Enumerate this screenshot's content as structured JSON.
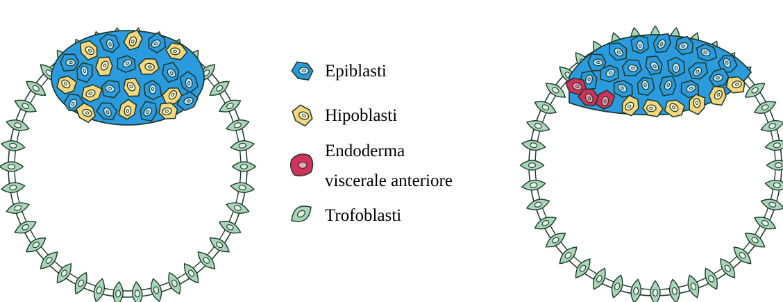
{
  "legend": {
    "items": [
      {
        "key": "epiblast",
        "lines": [
          "Epiblasti"
        ],
        "color": "#2b9be0",
        "inner": "#bfe6fb"
      },
      {
        "key": "hypoblast",
        "lines": [
          "Hipoblasti"
        ],
        "color": "#f6d77e",
        "inner": "#fff4cc"
      },
      {
        "key": "ave",
        "lines": [
          "Endoderma",
          "viscerale anteriore"
        ],
        "color": "#d1315c",
        "inner": "#f6a2b6"
      },
      {
        "key": "trophoblast",
        "lines": [
          "Trofoblasti"
        ],
        "color": "#a9d6b8",
        "inner": "#e2f2e7"
      }
    ]
  },
  "colors": {
    "outline": "#1e3a2a",
    "trophoblast_fill": "#a9d6b8"
  }
}
